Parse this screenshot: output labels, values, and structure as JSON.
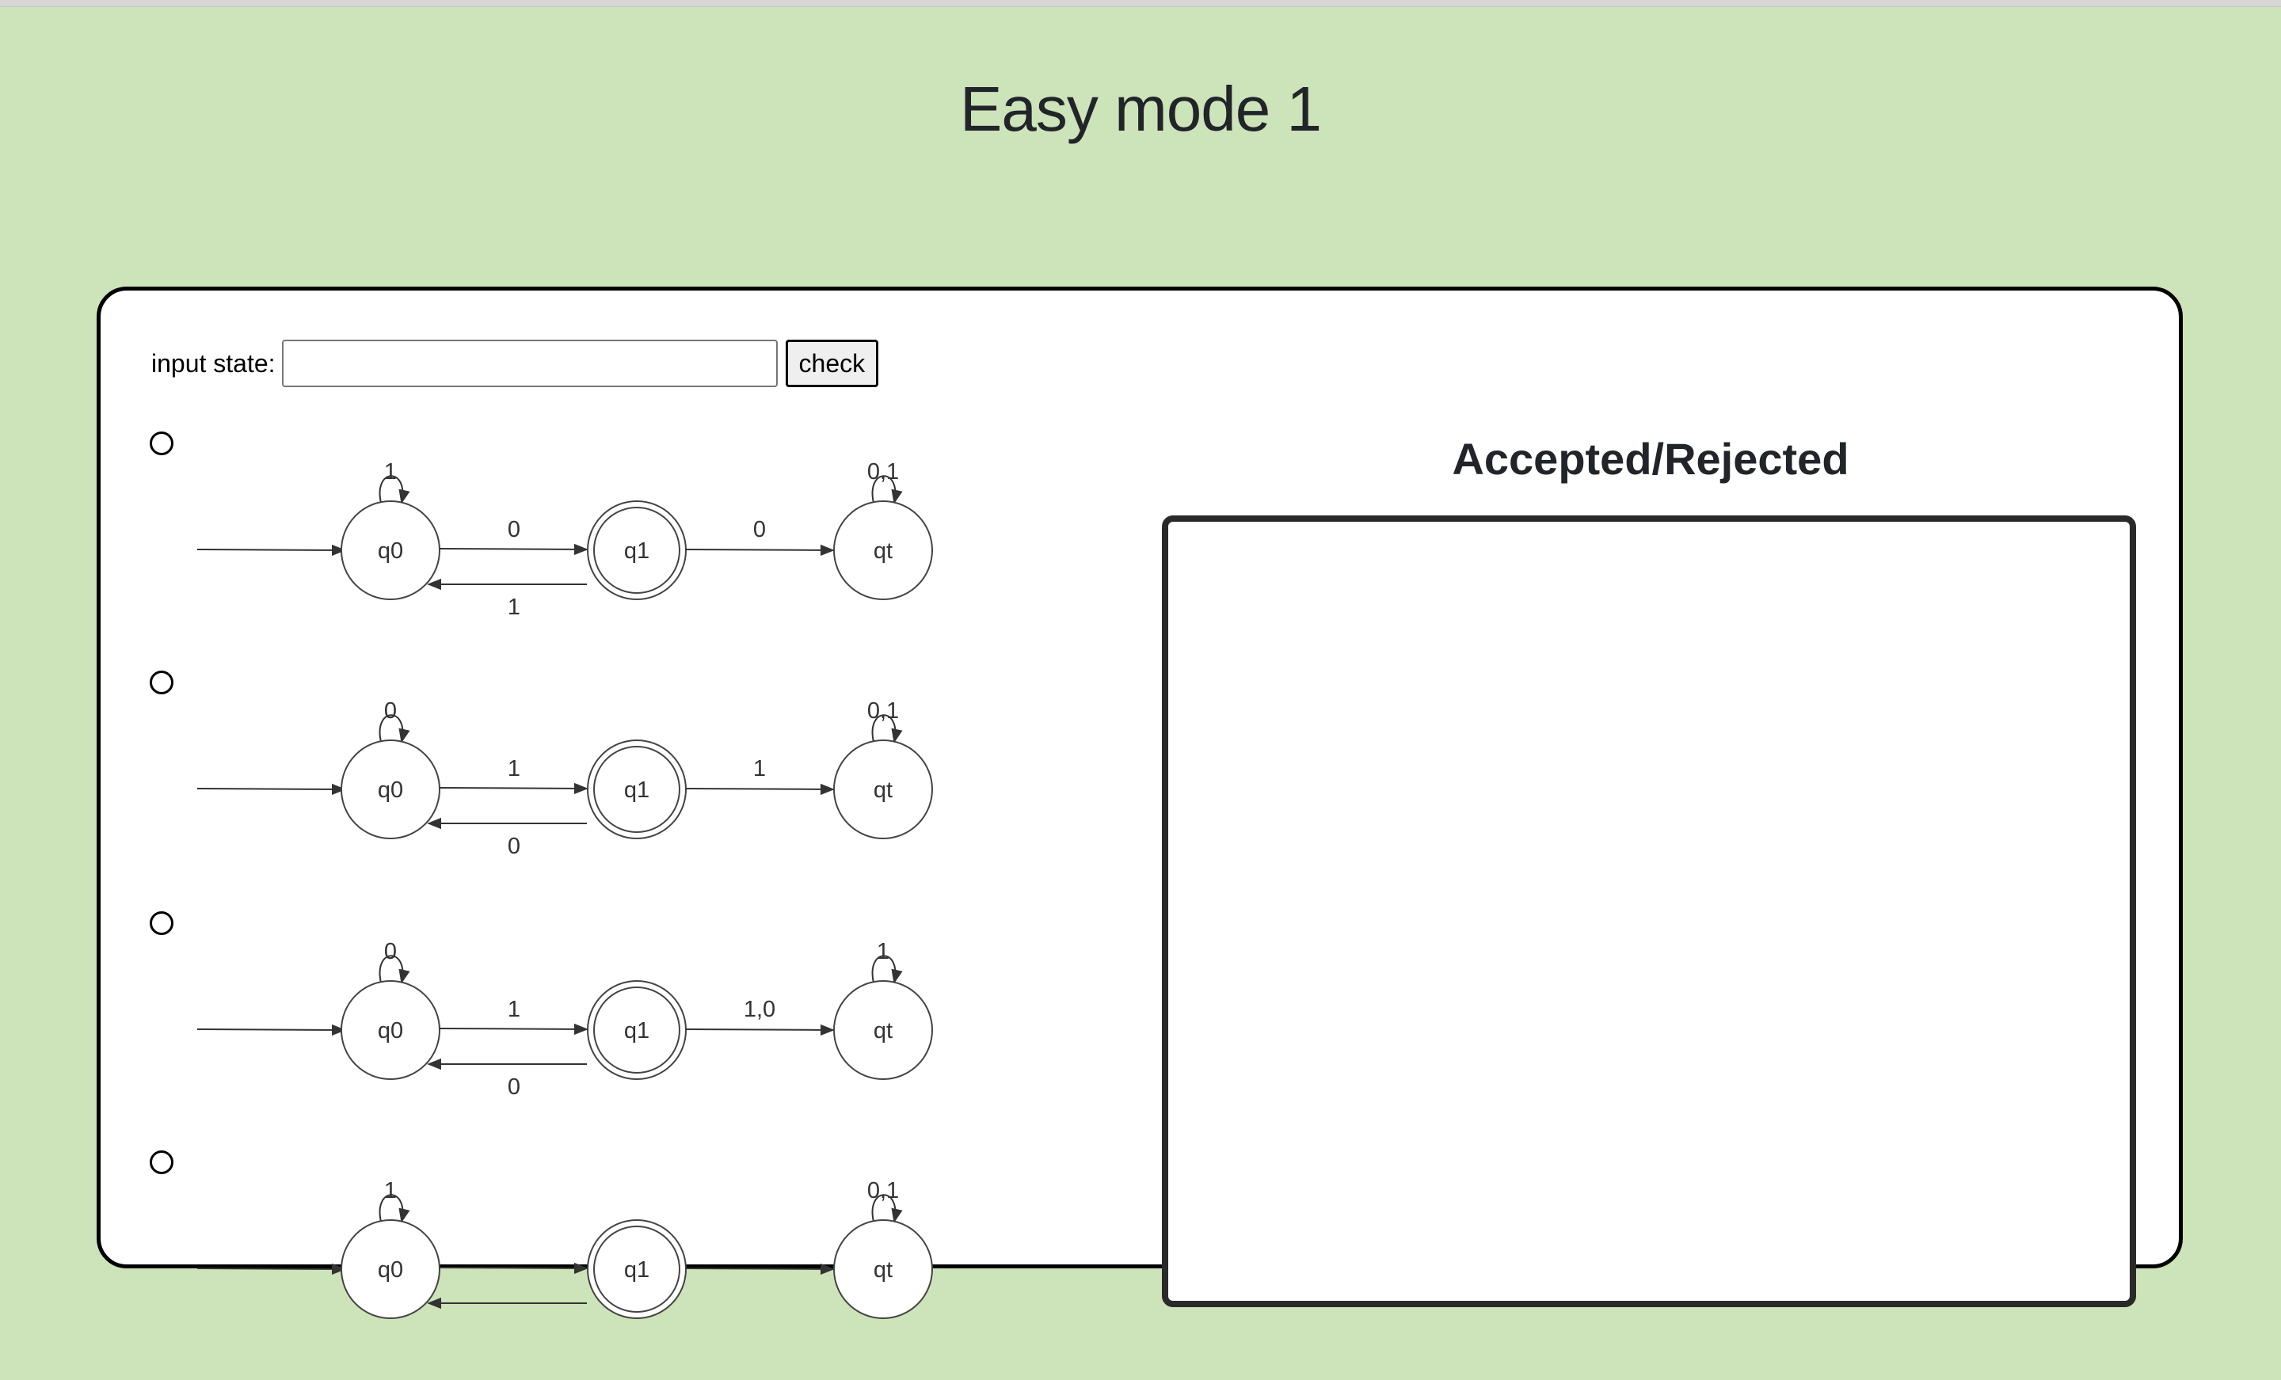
{
  "page": {
    "title": "Easy mode 1"
  },
  "colors": {
    "background": "#cde3b9",
    "card": "#ffffff",
    "border": "#000000"
  },
  "form": {
    "label": "input state:",
    "input_value": "",
    "button_label": "check"
  },
  "result": {
    "title": "Accepted/Rejected"
  },
  "options": [
    {
      "states": {
        "q0": "q0",
        "q1": "q1",
        "qt": "qt"
      },
      "loop_q0": "1",
      "edge_q0_q1": "0",
      "edge_q1_q0": "1",
      "edge_q1_qt": "0",
      "loop_qt": "0,1"
    },
    {
      "states": {
        "q0": "q0",
        "q1": "q1",
        "qt": "qt"
      },
      "loop_q0": "0",
      "edge_q0_q1": "1",
      "edge_q1_q0": "0",
      "edge_q1_qt": "1",
      "loop_qt": "0,1"
    },
    {
      "states": {
        "q0": "q0",
        "q1": "q1",
        "qt": "qt"
      },
      "loop_q0": "0",
      "edge_q0_q1": "1",
      "edge_q1_q0": "0",
      "edge_q1_qt": "1,0",
      "loop_qt": "1"
    },
    {
      "states": {
        "q0": "q0",
        "q1": "q1",
        "qt": "qt"
      },
      "loop_q0": "1",
      "edge_q0_q1": "",
      "edge_q1_q0": "",
      "edge_q1_qt": "",
      "loop_qt": "0,1"
    }
  ]
}
